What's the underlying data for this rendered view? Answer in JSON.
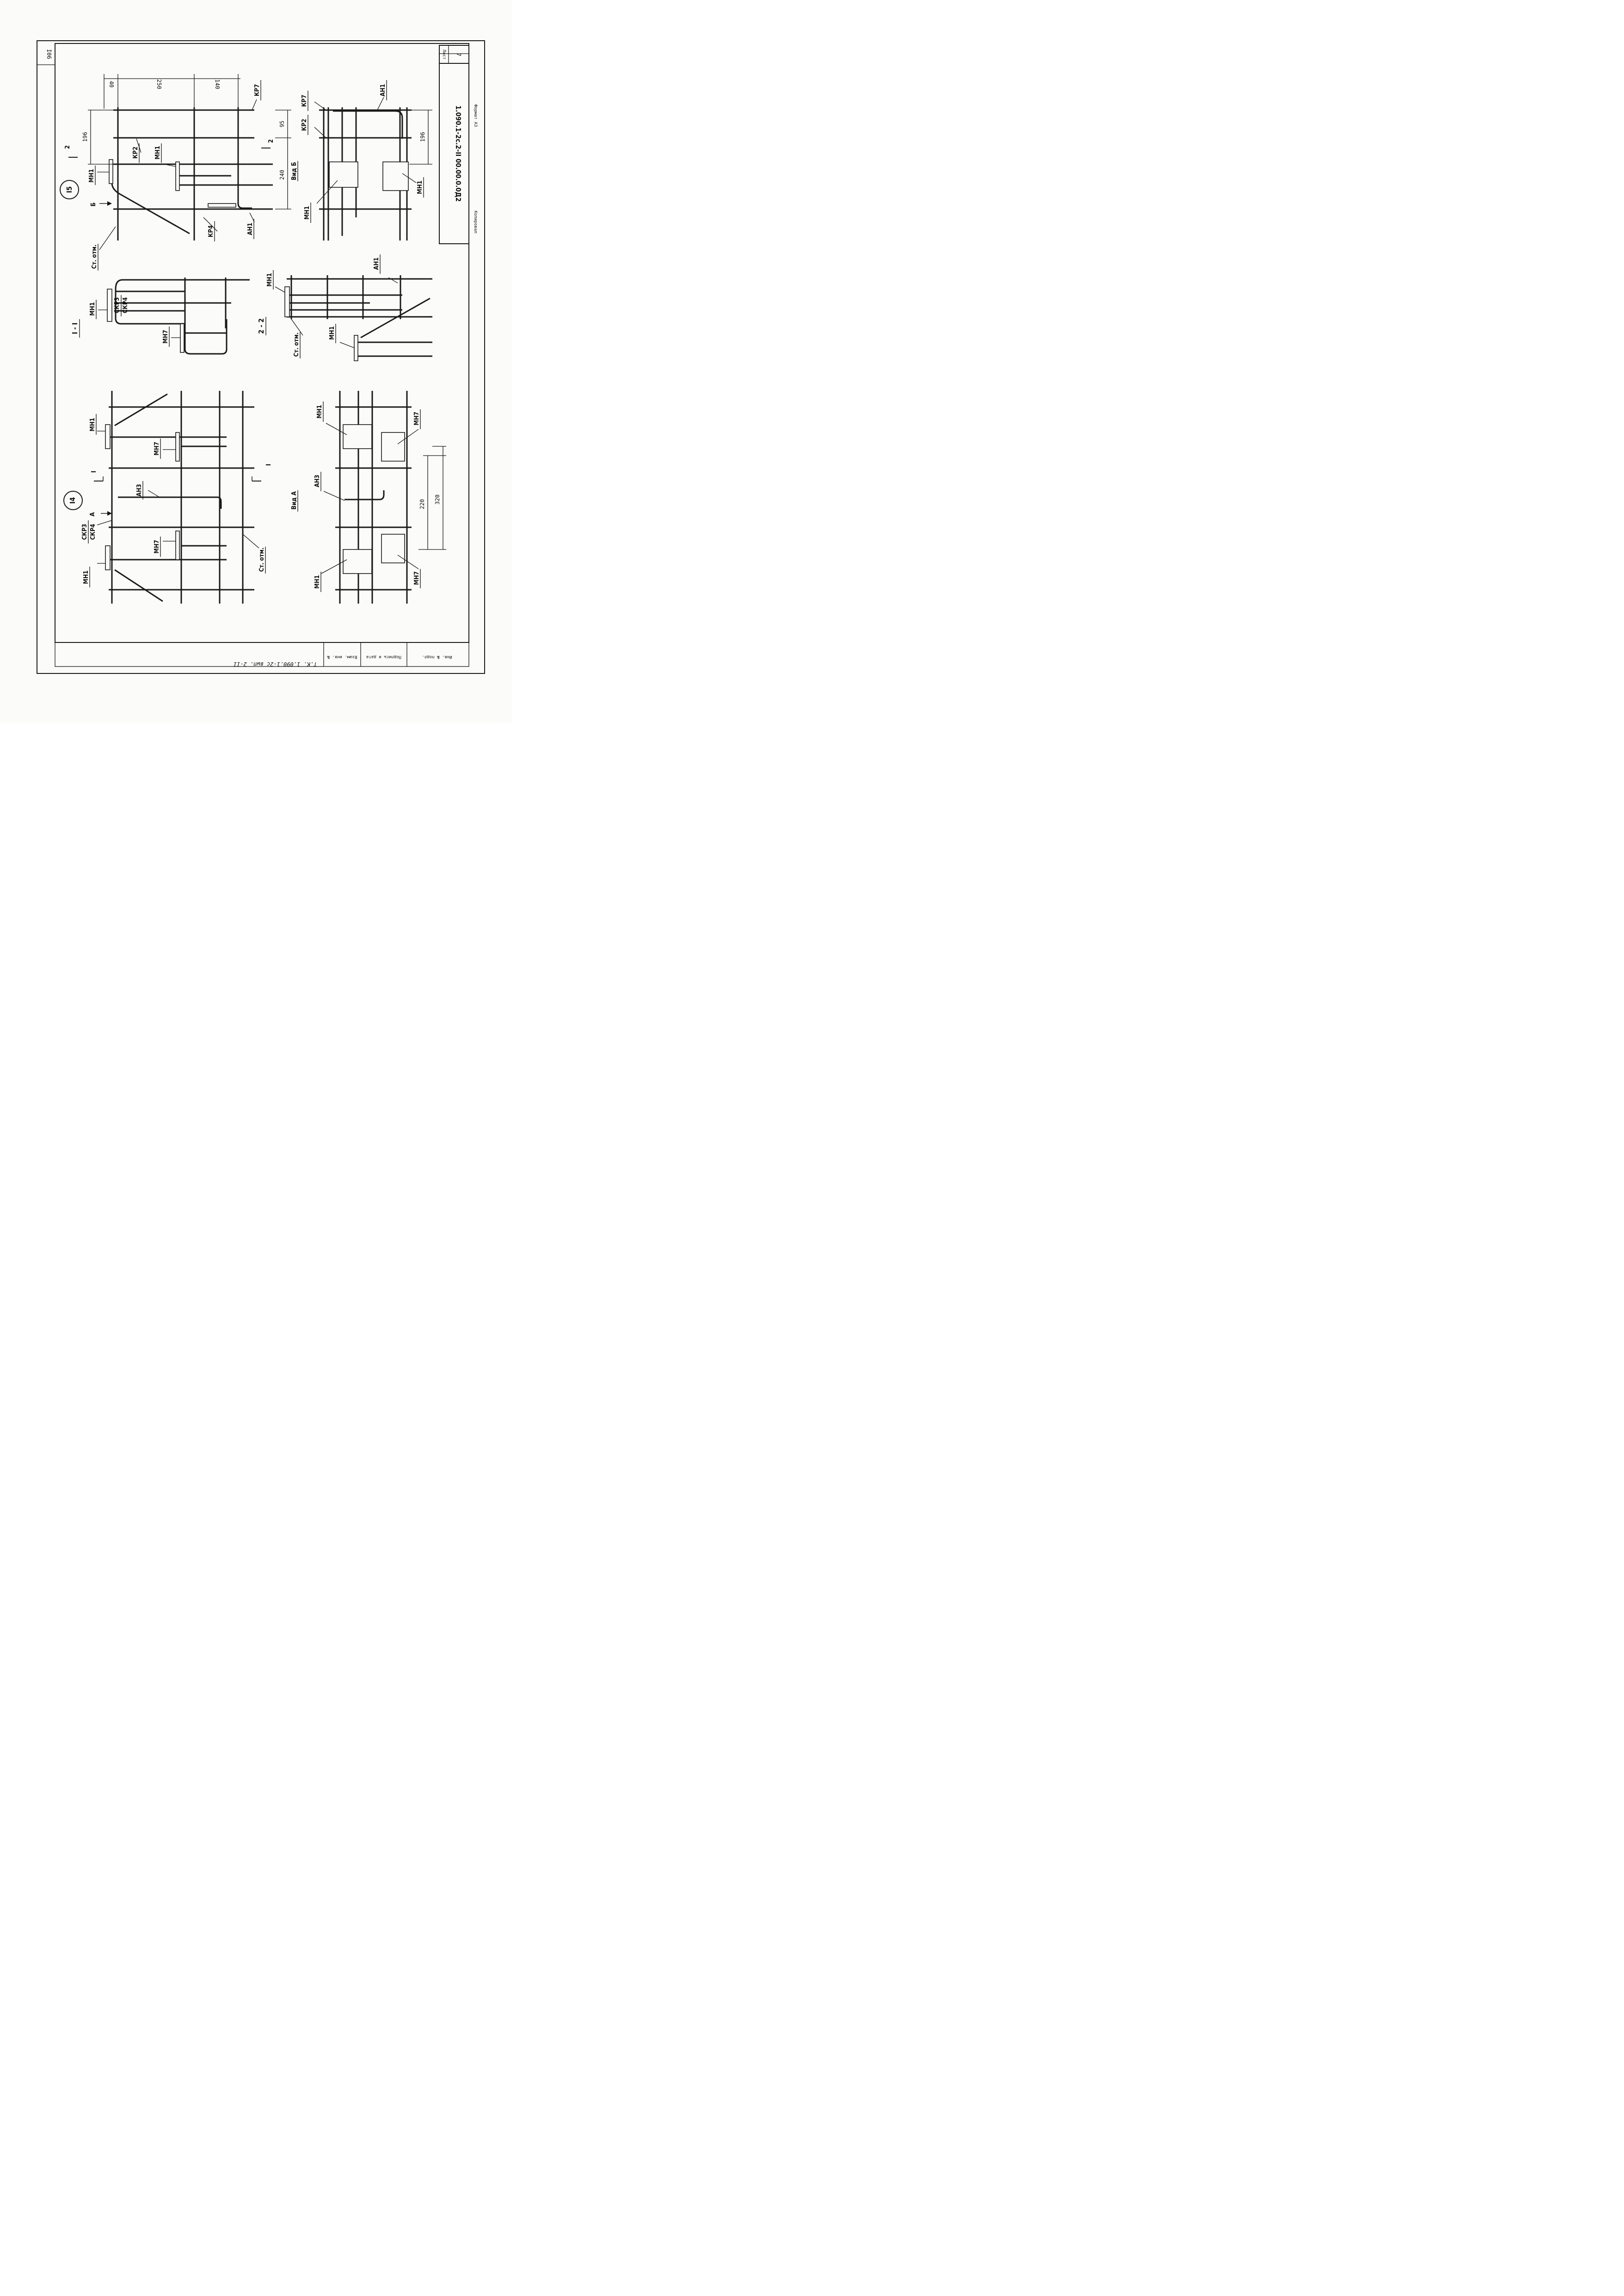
{
  "sheet": {
    "corner_number": "I06",
    "designation": "1.090.1-2с.2-II 00.00.0.0Д2",
    "sheet_label": "Лист",
    "sheet_number": "7",
    "copied_label": "Копировал",
    "format_label": "Формат А3",
    "series_note": "Т.К. 1.090.1-2с вып. 2-II",
    "inv_no_orig": "Инв. № подл.",
    "sign_date": "Подпись и дата",
    "inv_no_subst": "Взам. инв. №"
  },
  "detail_14": {
    "mark": "I4",
    "view_arrow": "А",
    "labels": {
      "mn1_top": "МН1",
      "mn1_bottom": "МН1",
      "mn7_top": "МН7",
      "mn7_bottom": "МН7",
      "an3": "АН3",
      "skr3": "СКР3",
      "skr4": "СКР4",
      "column": "Ст. отм."
    },
    "cut": "I"
  },
  "view_a": {
    "title": "Вид А",
    "labels": {
      "mn1_a": "МН1",
      "mn1_b": "МН1",
      "mn7_a": "МН7",
      "mn7_b": "МН7",
      "an3": "АН3"
    },
    "dims": [
      "220",
      "320"
    ]
  },
  "section_1_1": {
    "title": "I - I",
    "labels": {
      "mn1": "МН1",
      "skr3": "СКР3",
      "skr4": "СКР4",
      "mn7": "МН7"
    }
  },
  "section_2_2": {
    "title": "2 - 2",
    "labels": {
      "mn1_a": "МН1",
      "mn1_b": "МН1",
      "column": "Ст. отм.",
      "an1": "АН1"
    }
  },
  "detail_15": {
    "mark": "I5",
    "view_arrow": "Б",
    "cut": "2",
    "labels": {
      "mn1_a": "МН1",
      "mn1_b": "МН1",
      "kr2": "КР2",
      "kr4": "КР4",
      "kr7": "КР7",
      "an1": "АН1",
      "column": "Ст. отм."
    },
    "dims": [
      "40",
      "250",
      "140",
      "196",
      "95",
      "240"
    ]
  },
  "view_b": {
    "title": "Вид Б",
    "labels": {
      "kr7": "КР7",
      "kr2": "КР2",
      "an1": "АН1",
      "mn1_a": "МН1",
      "mn1_b": "МН1"
    },
    "dims": [
      "196"
    ]
  }
}
